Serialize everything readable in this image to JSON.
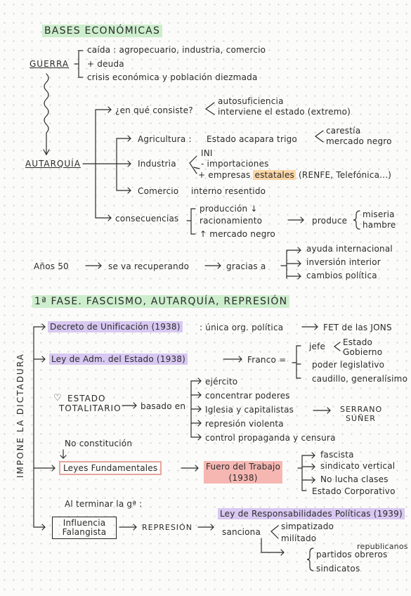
{
  "sec1": {
    "title": "BASES ECONÓMICAS",
    "guerra": "GUERRA",
    "g1": "caída : agropecuario, industria, comercio",
    "g2": "+ deuda",
    "g3": "crisis económica y población diezmada",
    "autarquia": "AUTARQUÍA",
    "consiste_q": "¿en qué consiste?",
    "consiste_1": "autosuficiencia",
    "consiste_2": "interviene el estado (extremo)",
    "agri": "Agricultura :",
    "agri_desc": "Estado acapara trigo",
    "agri_1": "carestía",
    "agri_2": "mercado negro",
    "industria": "Industria",
    "ind_1": "INI",
    "ind_2": "- importaciones",
    "ind_3a": "+ empresas",
    "ind_3b": "estatales",
    "ind_3c": "(RENFE, Telefónica...)",
    "comercio": "Comercio",
    "comercio_desc": "interno resentido",
    "consec": "consecuencias",
    "cons_1": "producción ↓",
    "cons_2": "racionamiento",
    "cons_3": "↑ mercado negro",
    "produce": "produce",
    "miseria": "miseria",
    "hambre": "hambre",
    "anos": "Años 50",
    "recup": "se va recuperando",
    "gracias": "gracias a",
    "gr_1": "ayuda internacional",
    "gr_2": "inversión interior",
    "gr_3": "cambios política"
  },
  "sec2": {
    "title": "1ª FASE. FASCISMO, AUTARQUÍA, REPRESIÓN",
    "vertical": "IMPONE LA DICTADURA",
    "decreto": "Decreto de Unificación (1938)",
    "decreto_desc": ": única org. política",
    "fet": "FET de las JONS",
    "ley_adm": "Ley de Adm. del Estado (1938)",
    "franco": "Franco =",
    "jefe": "jefe",
    "estado": "Estado",
    "gobierno": "Gobierno",
    "poder": "poder legislativo",
    "caudillo": "caudillo, generalísimo",
    "heart": "♡",
    "estado_tot_1": "ESTADO",
    "estado_tot_2": "TOTALITARIO",
    "basado": "basado en",
    "b1": "ejército",
    "b2": "concentrar poderes",
    "b3": "Iglesia y capitalistas",
    "b4": "represión violenta",
    "b5": "control propaganda y censura",
    "serrano_1": "SERRANO",
    "serrano_2": "SÚÑER",
    "no_const": "No constitución",
    "leyes": "Leyes Fundamentales",
    "fuero_1": "Fuero del Trabajo",
    "fuero_2": "(1938)",
    "f1": "fascista",
    "f2": "sindicato vertical",
    "f3": "No lucha clases",
    "f4": "Estado Corporativo",
    "al_terminar": "Al terminar la gª :",
    "influencia_1": "Influencia",
    "influencia_2": "Falangista",
    "represion": "REPRESIÓN",
    "ley_resp": "Ley de Responsabilidades Políticas (1939)",
    "sanciona": "sanciona",
    "s1": "simpatizado",
    "s2": "militado",
    "partidos": "partidos obreros",
    "republicanos": "republicanos",
    "sindicatos": "sindicatos"
  }
}
